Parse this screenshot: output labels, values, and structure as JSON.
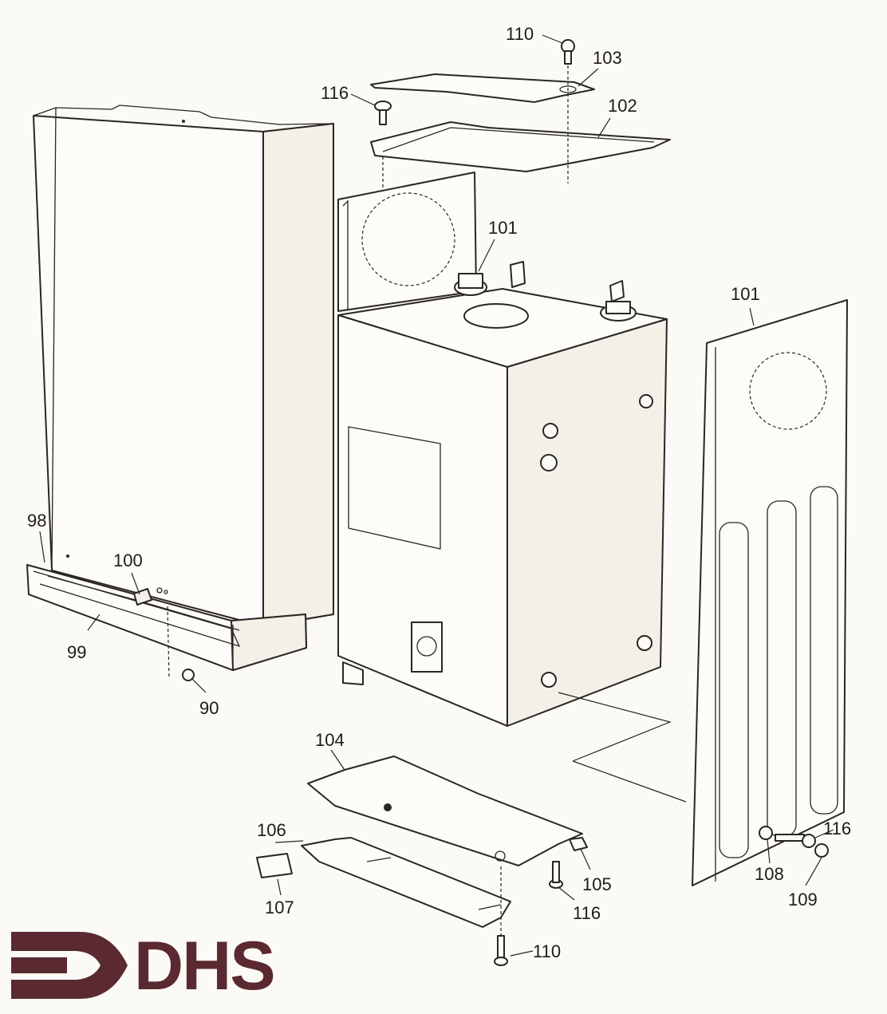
{
  "figure": {
    "brand": "DHS",
    "brand_color": "#5a2a30",
    "labels": {
      "p110_top": "110",
      "p103": "103",
      "p116_top": "116",
      "p102": "102",
      "p101_back": "101",
      "p101_side": "101",
      "p98": "98",
      "p100": "100",
      "p99": "99",
      "p90": "90",
      "p104": "104",
      "p106": "106",
      "p107": "107",
      "p105": "105",
      "p116_mid": "116",
      "p110_bottom": "110",
      "p108": "108",
      "p116_right": "116",
      "p109": "109"
    }
  }
}
